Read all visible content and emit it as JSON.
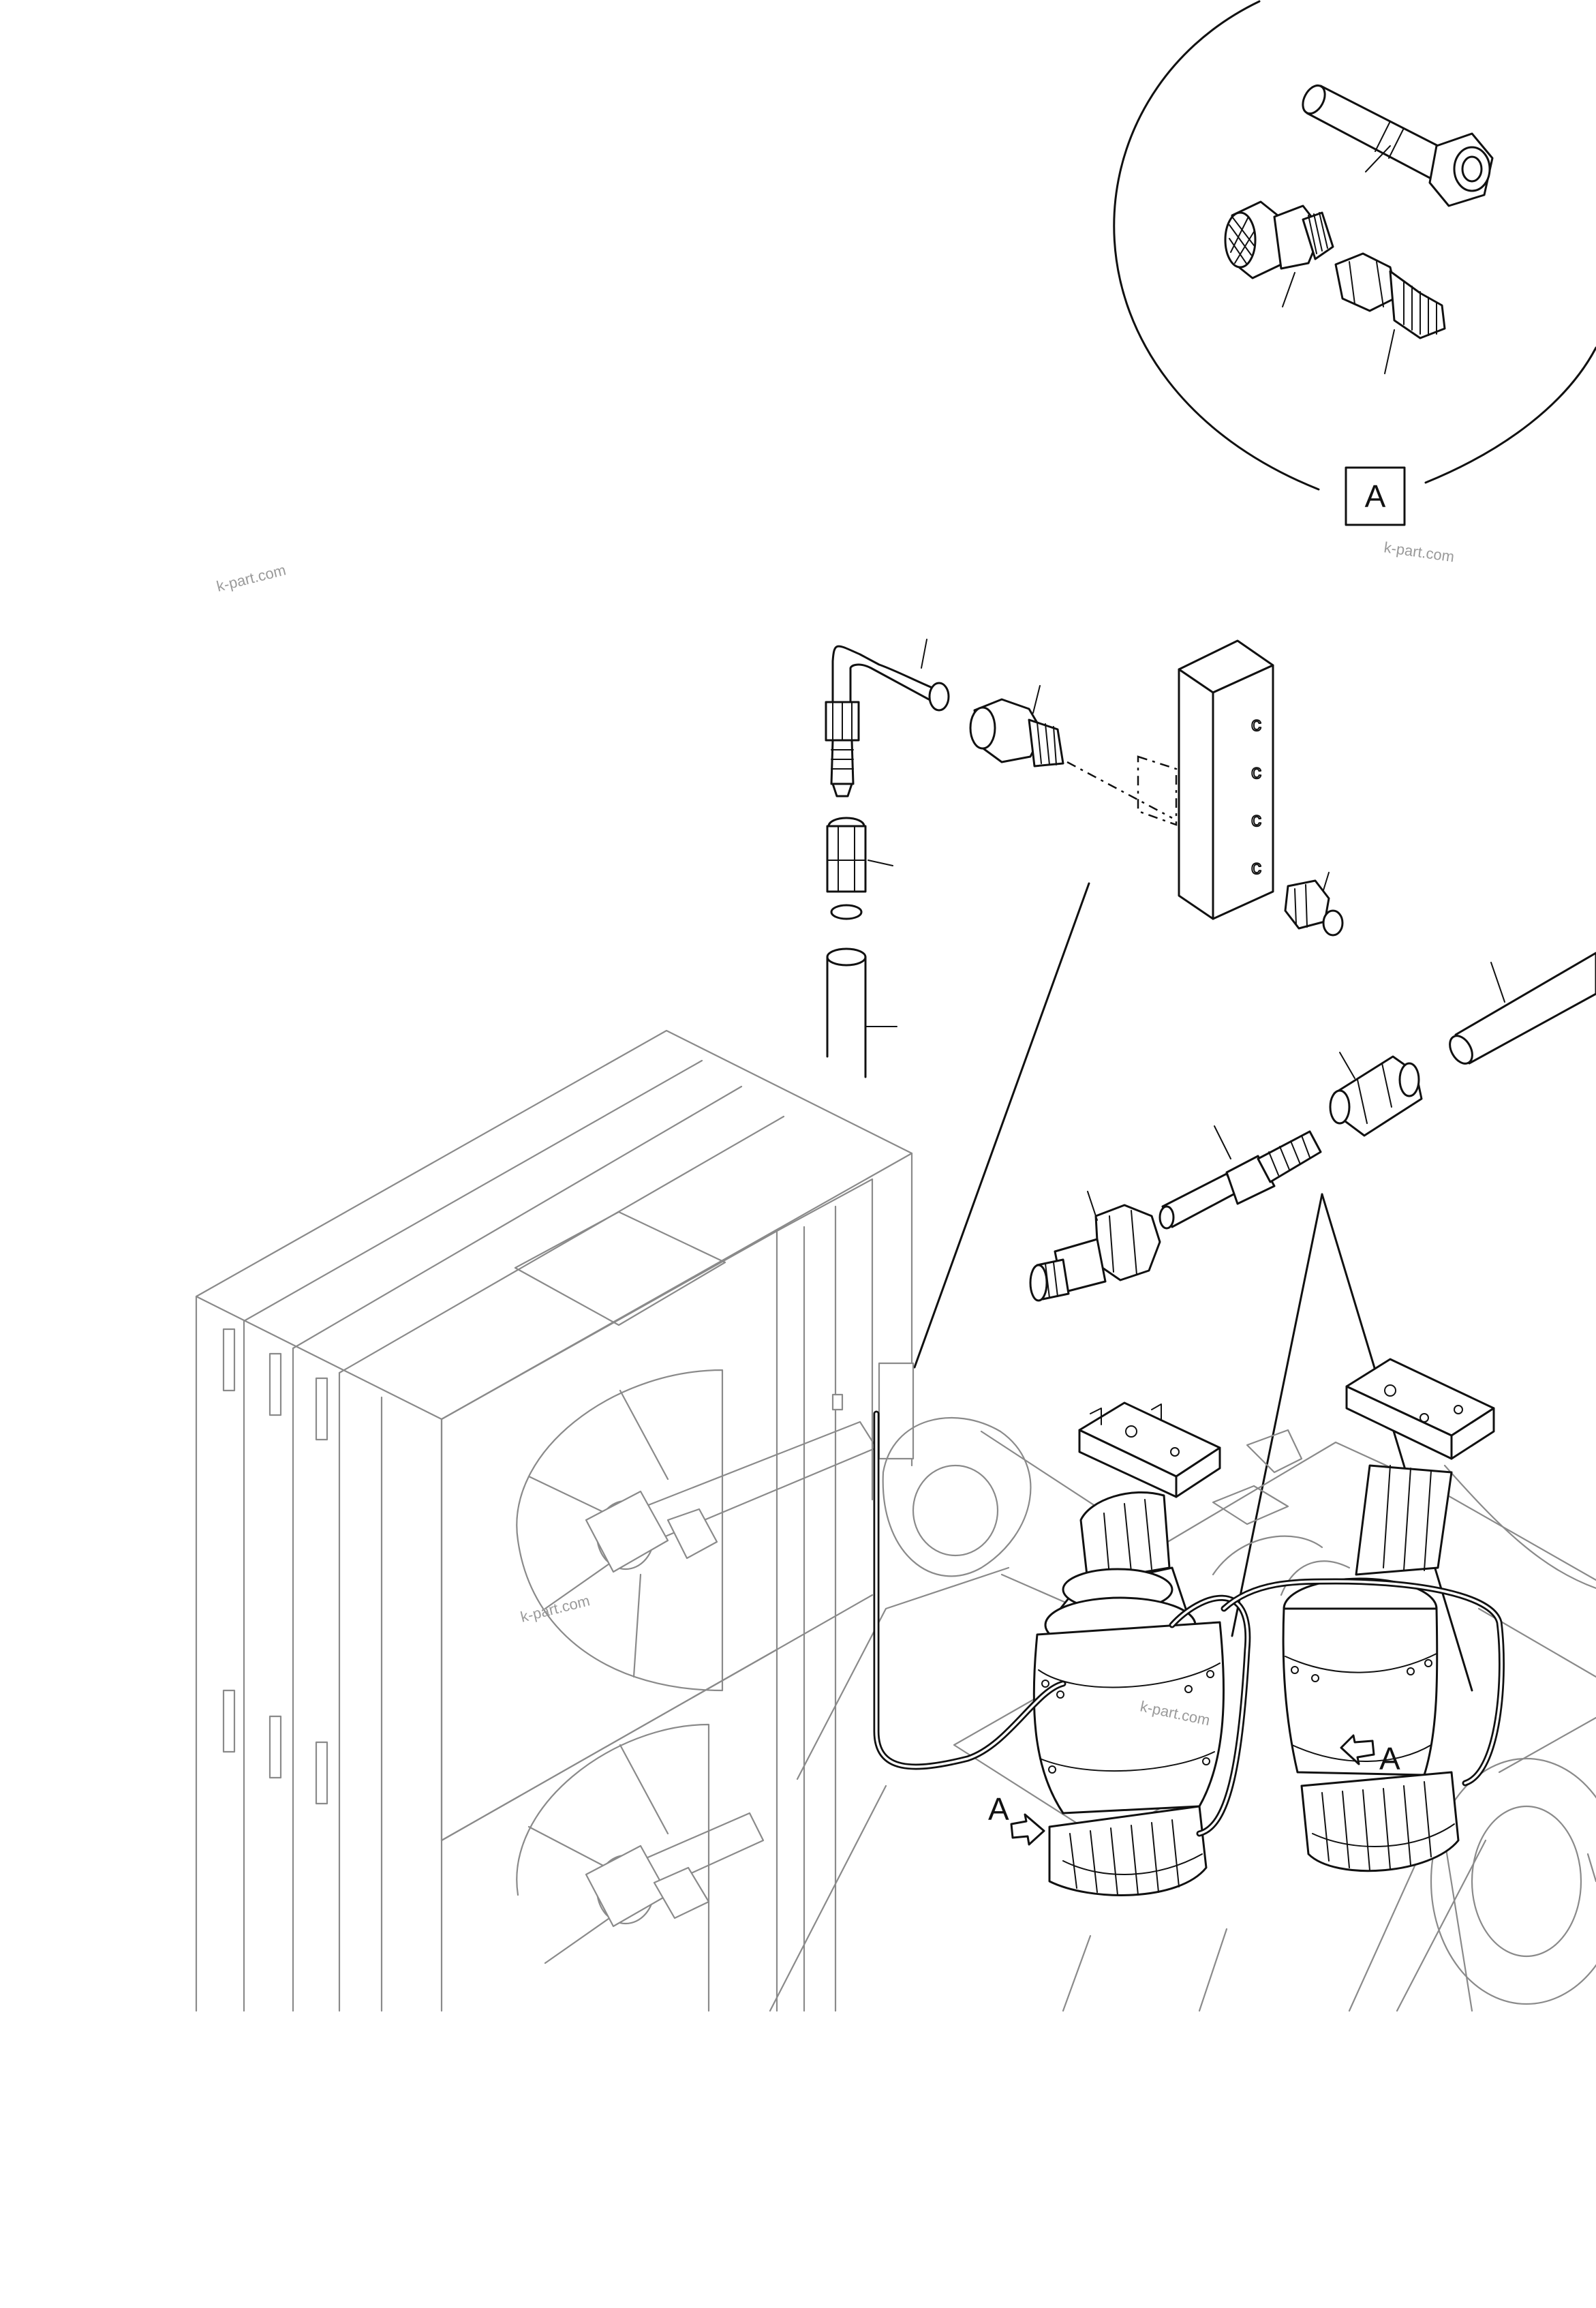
{
  "detail": {
    "label": "A"
  },
  "view_markers": [
    {
      "label": "A"
    },
    {
      "label": "A"
    }
  ],
  "watermarks": [
    "k-part.com",
    "k-part.com",
    "k-part.com",
    "k-part.com"
  ]
}
